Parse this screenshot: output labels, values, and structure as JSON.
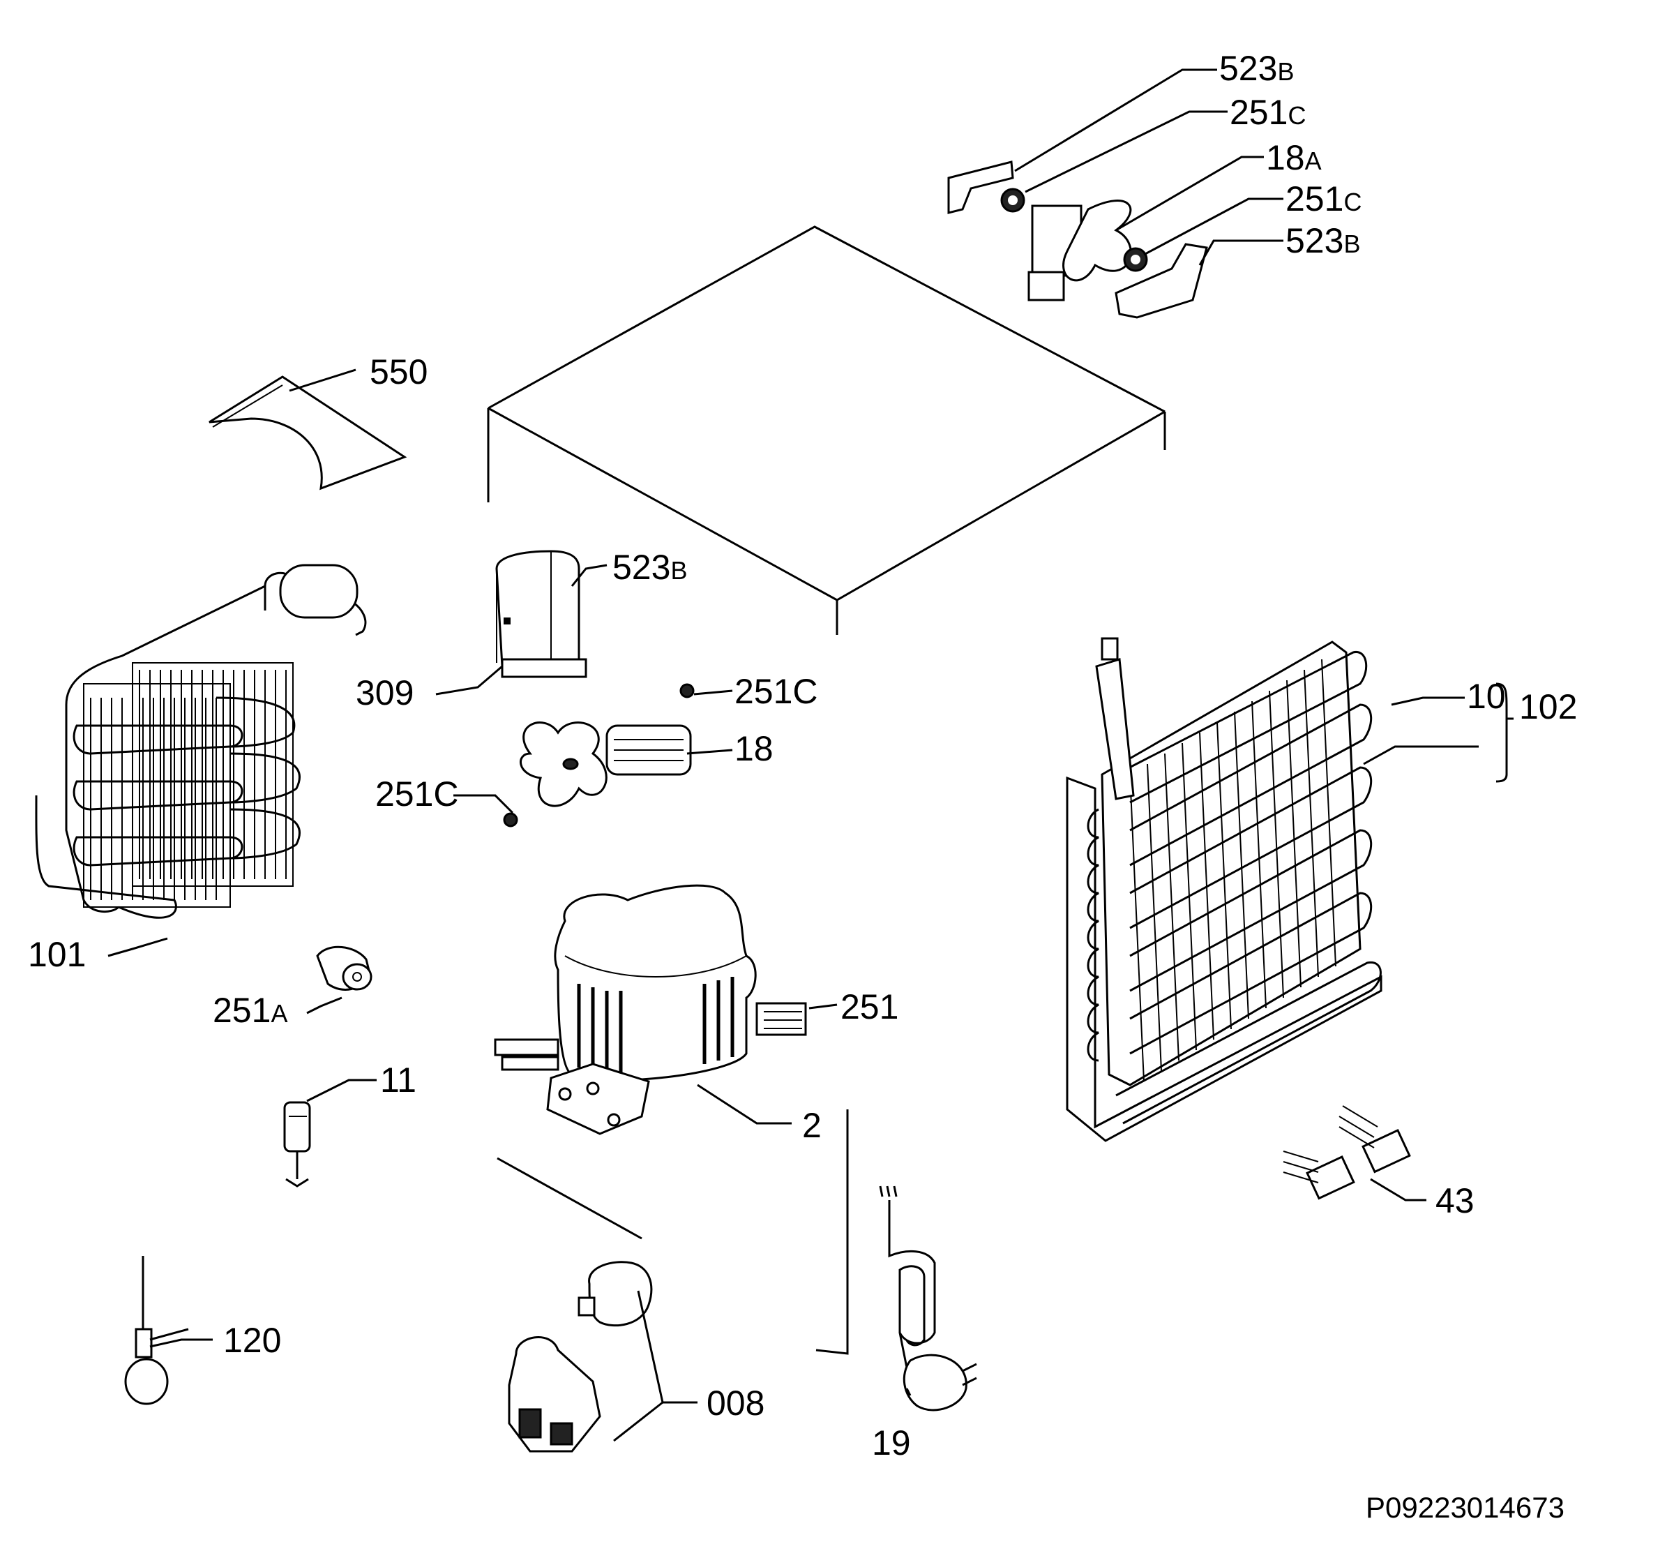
{
  "diagram": {
    "drawing_code": "P09223014673",
    "labels": {
      "p523b_top": {
        "num": "523",
        "suffix": "B"
      },
      "p251c_top1": {
        "num": "251",
        "suffix": "C"
      },
      "p18a": {
        "num": "18",
        "suffix": "A"
      },
      "p251c_top2": {
        "num": "251",
        "suffix": "C"
      },
      "p523b_top2": {
        "num": "523",
        "suffix": "B"
      },
      "p550": {
        "num": "550"
      },
      "p523b_mid": {
        "num": "523",
        "suffix": "B"
      },
      "p309": {
        "num": "309"
      },
      "p251c_mid1": {
        "num": "251C"
      },
      "p18": {
        "num": "18"
      },
      "p251c_mid2": {
        "num": "251C"
      },
      "p10": {
        "num": "10"
      },
      "p102": {
        "num": "102"
      },
      "p101": {
        "num": "101"
      },
      "p251a": {
        "num": "251",
        "suffix": "A"
      },
      "p251": {
        "num": "251"
      },
      "p11": {
        "num": "11"
      },
      "p2": {
        "num": "2"
      },
      "p43": {
        "num": "43"
      },
      "p120": {
        "num": "120"
      },
      "p008": {
        "num": "008"
      },
      "p19": {
        "num": "19"
      }
    }
  }
}
